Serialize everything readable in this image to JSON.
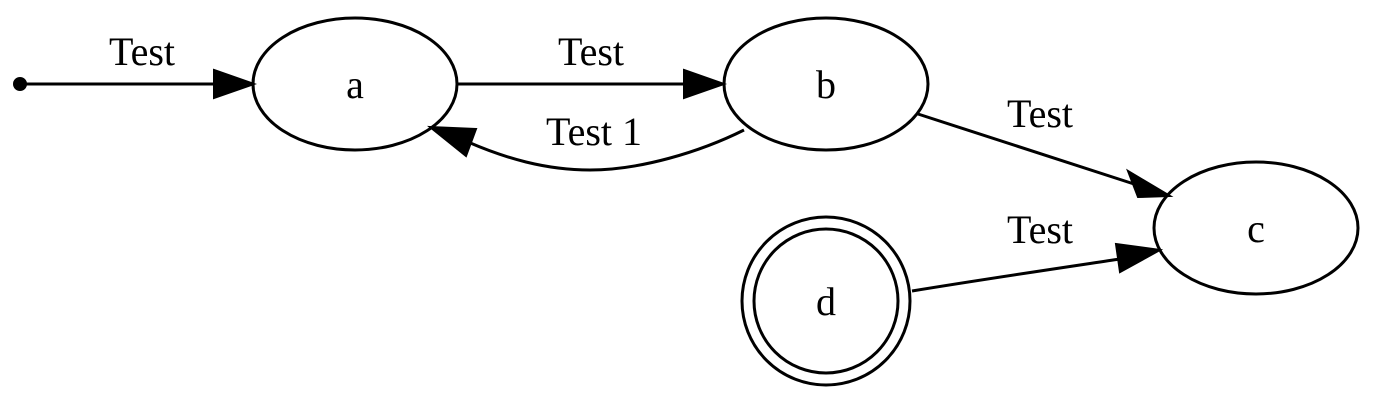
{
  "diagram": {
    "nodes": {
      "a": {
        "label": "a",
        "shape": "ellipse"
      },
      "b": {
        "label": "b",
        "shape": "ellipse"
      },
      "c": {
        "label": "c",
        "shape": "ellipse"
      },
      "d": {
        "label": "d",
        "shape": "doublecircle"
      }
    },
    "edges": {
      "start_to_a": {
        "from": "start",
        "to": "a",
        "label": "Test"
      },
      "a_to_b": {
        "from": "a",
        "to": "b",
        "label": "Test"
      },
      "b_to_a": {
        "from": "b",
        "to": "a",
        "label": "Test 1"
      },
      "b_to_c": {
        "from": "b",
        "to": "c",
        "label": "Test"
      },
      "d_to_c": {
        "from": "d",
        "to": "c",
        "label": "Test"
      }
    },
    "colors": {
      "stroke": "#000000",
      "background": "#ffffff"
    }
  }
}
